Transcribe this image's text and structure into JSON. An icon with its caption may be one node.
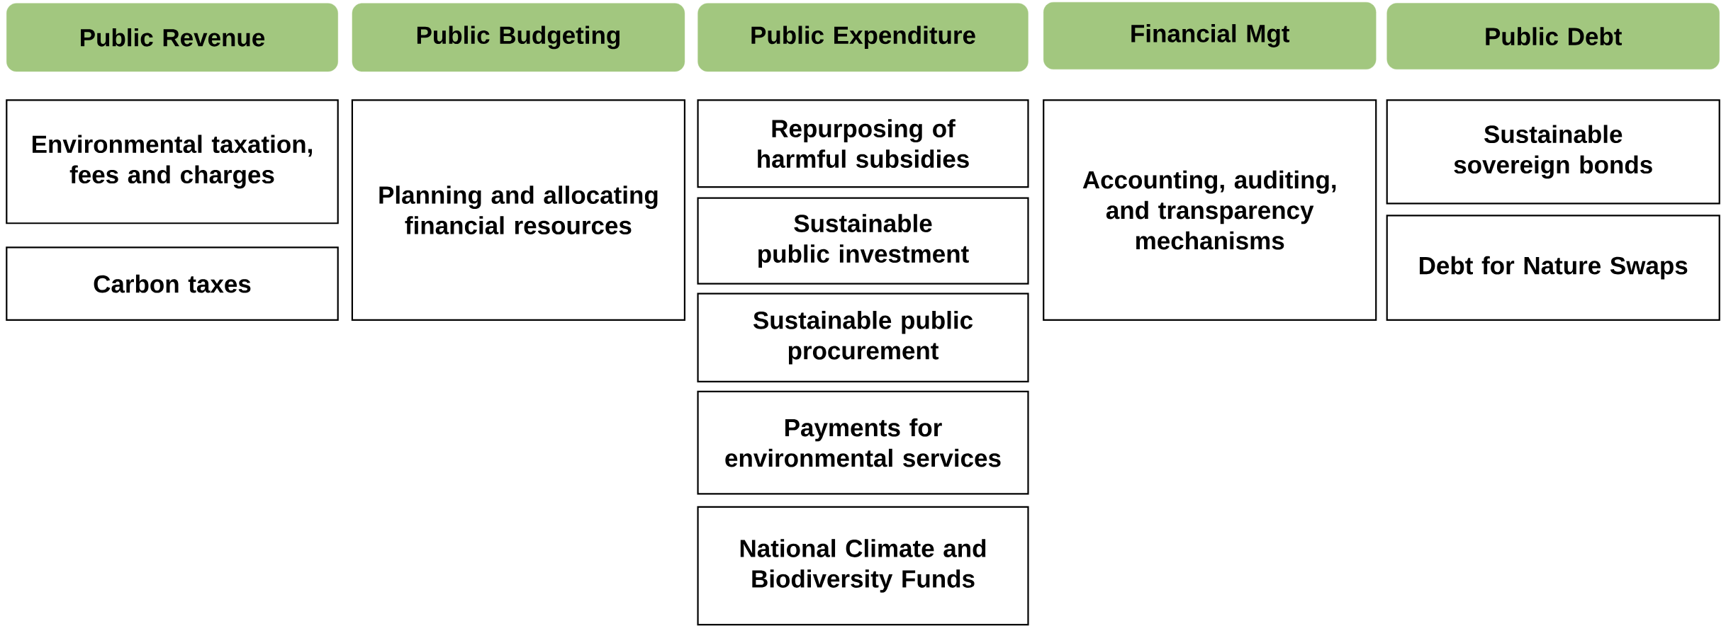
{
  "diagram": {
    "nodes": [
      {
        "text": [
          "Public Revenue"
        ]
      },
      {
        "text": [
          "Public Budgeting"
        ]
      },
      {
        "text": [
          "Public Expenditure"
        ]
      },
      {
        "text": [
          "Financial Mgt"
        ]
      },
      {
        "text": [
          "Public Debt"
        ]
      },
      {
        "text": [
          "Environmental taxation, fees and charges"
        ]
      },
      {
        "text": [
          "Carbon taxes"
        ]
      },
      {
        "text": [
          "Planning and allocating financial resources"
        ]
      },
      {
        "text": [
          "Repurposing of harmful subsidies"
        ]
      },
      {
        "text": [
          "Sustainable public investment"
        ]
      },
      {
        "text": [
          "Sustainable public procurement"
        ]
      },
      {
        "text": [
          "Payments for environmental services"
        ]
      },
      {
        "text": [
          "National Climate and Biodiversity Funds"
        ]
      },
      {
        "text": [
          "Accounting, auditing, and transparency mechanisms"
        ]
      },
      {
        "text": [
          "Sustainable sovereign bonds"
        ]
      },
      {
        "text": [
          "Debt for Nature Swaps"
        ]
      }
    ]
  }
}
